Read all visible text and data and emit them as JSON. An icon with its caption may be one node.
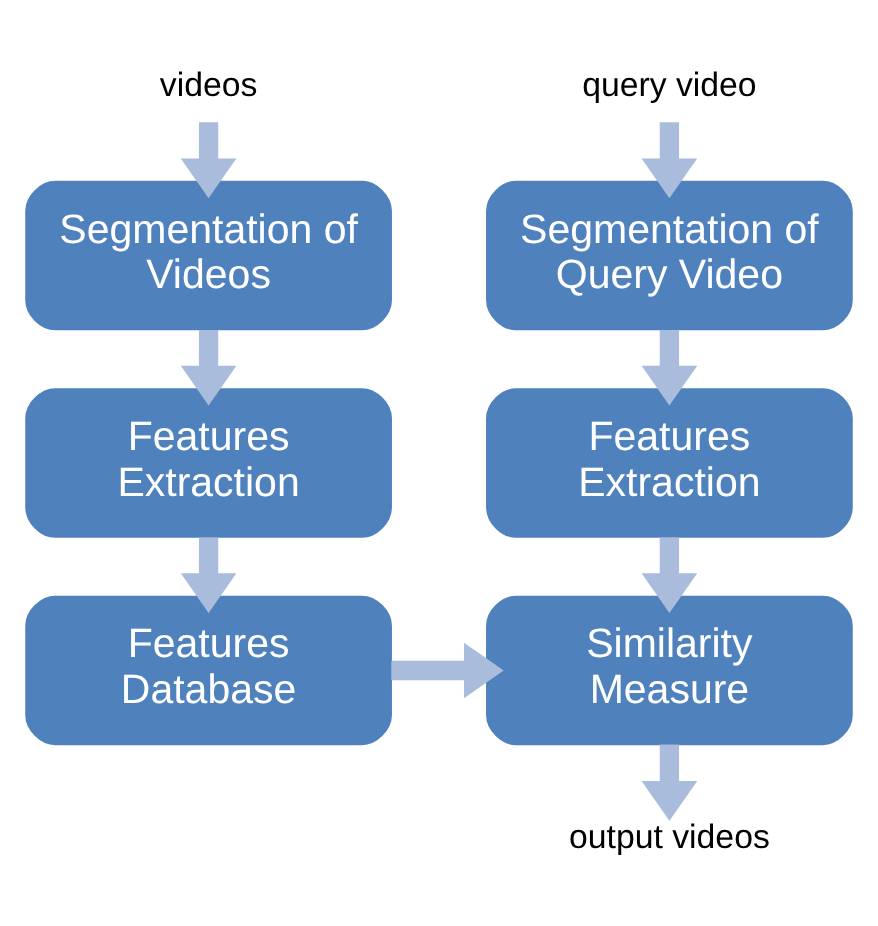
{
  "diagram": {
    "nodes": [
      {
        "text": [
          "videos"
        ]
      },
      {
        "text": [
          "query video"
        ]
      },
      {
        "text": [
          "Segmentation of Videos"
        ]
      },
      {
        "text": [
          "Segmentation of Query Video"
        ]
      },
      {
        "text": [
          "Features Extraction"
        ]
      },
      {
        "text": [
          "Features Extraction"
        ]
      },
      {
        "text": [
          "Features Database"
        ]
      },
      {
        "text": [
          "Similarity Measure"
        ]
      },
      {
        "text": [
          "output videos"
        ]
      }
    ],
    "edges": [
      {
        "from": 0,
        "to": 2,
        "arrow": "to"
      },
      {
        "from": 1,
        "to": 3,
        "arrow": "to"
      },
      {
        "from": 2,
        "to": 4,
        "arrow": "to"
      },
      {
        "from": 3,
        "to": 5,
        "arrow": "to"
      },
      {
        "from": 4,
        "to": 6,
        "arrow": "to"
      },
      {
        "from": 5,
        "to": 7,
        "arrow": "to"
      },
      {
        "from": 6,
        "to": 7,
        "arrow": "to"
      },
      {
        "from": 7,
        "to": 8,
        "arrow": "to"
      }
    ]
  }
}
